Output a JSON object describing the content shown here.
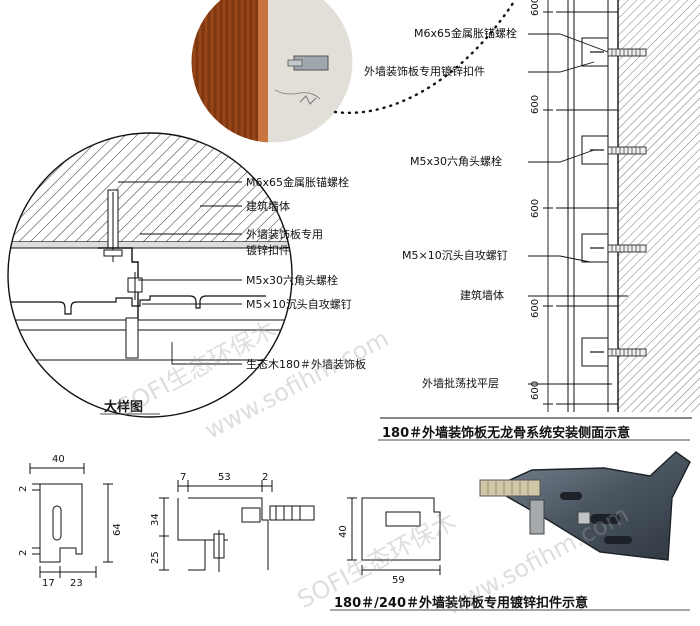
{
  "detail": {
    "title": "大样图",
    "labels": [
      "M6x65金属胀锚螺栓",
      "建筑墙体",
      "外墙装饰板专用",
      "镀锌扣件",
      "M5x30六角头螺栓",
      "M5×10沉头自攻螺钉",
      "生态木180＃外墙装饰板"
    ]
  },
  "side": {
    "labels": [
      "M6x65金属胀锚螺栓",
      "外墙装饰板专用镀锌扣件",
      "M5x30六角头螺栓",
      "M5×10沉头自攻螺钉",
      "建筑墙体",
      "外墙批荡找平层"
    ],
    "spacings": [
      "600",
      "600",
      "600",
      "600",
      "600"
    ],
    "caption": "180＃外墙装饰板无龙骨系统安装侧面示意"
  },
  "clip": {
    "dims_a": [
      "40",
      "2",
      "64",
      "2",
      "17",
      "23"
    ],
    "dims_b": [
      "7",
      "53",
      "2",
      "34",
      "25"
    ],
    "dims_c": [
      "40",
      "59"
    ],
    "caption": "180＃/240＃外墙装饰板专用镀锌扣件示意"
  },
  "watermarks": [
    "SOFI生态环保木",
    "www.sofihm.com",
    "SOFI生态环保木",
    "www.sofihm.com"
  ]
}
